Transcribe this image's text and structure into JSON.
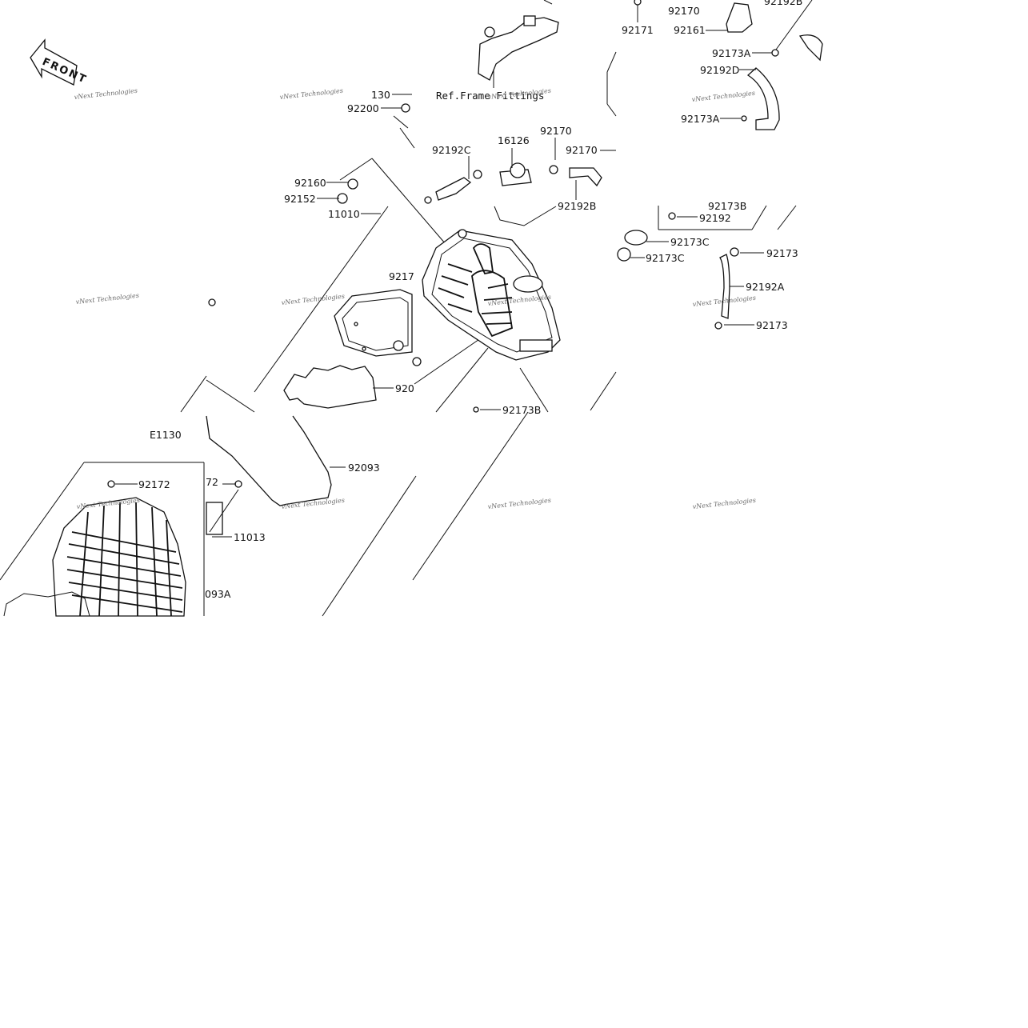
{
  "front_label": "FRONT",
  "ref_label": "Ref.Frame Fittings",
  "section_label": "E1130",
  "watermark": "vNext Technologies",
  "labels": {
    "p130": "130",
    "p92200": "92200",
    "p92170_top": "92170",
    "p92171": "92171",
    "p92161": "92161",
    "p92192B_top": "92192B",
    "p92173A_1": "92173A",
    "p92192D": "92192D",
    "p92173A_2": "92173A",
    "p92192C": "92192C",
    "p16126": "16126",
    "p92170_mid": "92170",
    "p92170_right": "92170",
    "p92192B_mid": "92192B",
    "p92160": "92160",
    "p92152": "92152",
    "p11010": "11010",
    "p92173B_r": "92173B",
    "p92192": "92192",
    "p92173C_1": "92173C",
    "p92173C_2": "92173C",
    "p92173_1": "92173",
    "p92192A": "92192A",
    "p92173_2": "92173",
    "p9217_cut": "9217",
    "p920_cut": "920",
    "p92173B_b": "92173B",
    "p92093": "92093",
    "p92172": "92172",
    "p72_cut": "72",
    "p11013": "11013",
    "p093A_cut": "093A"
  }
}
